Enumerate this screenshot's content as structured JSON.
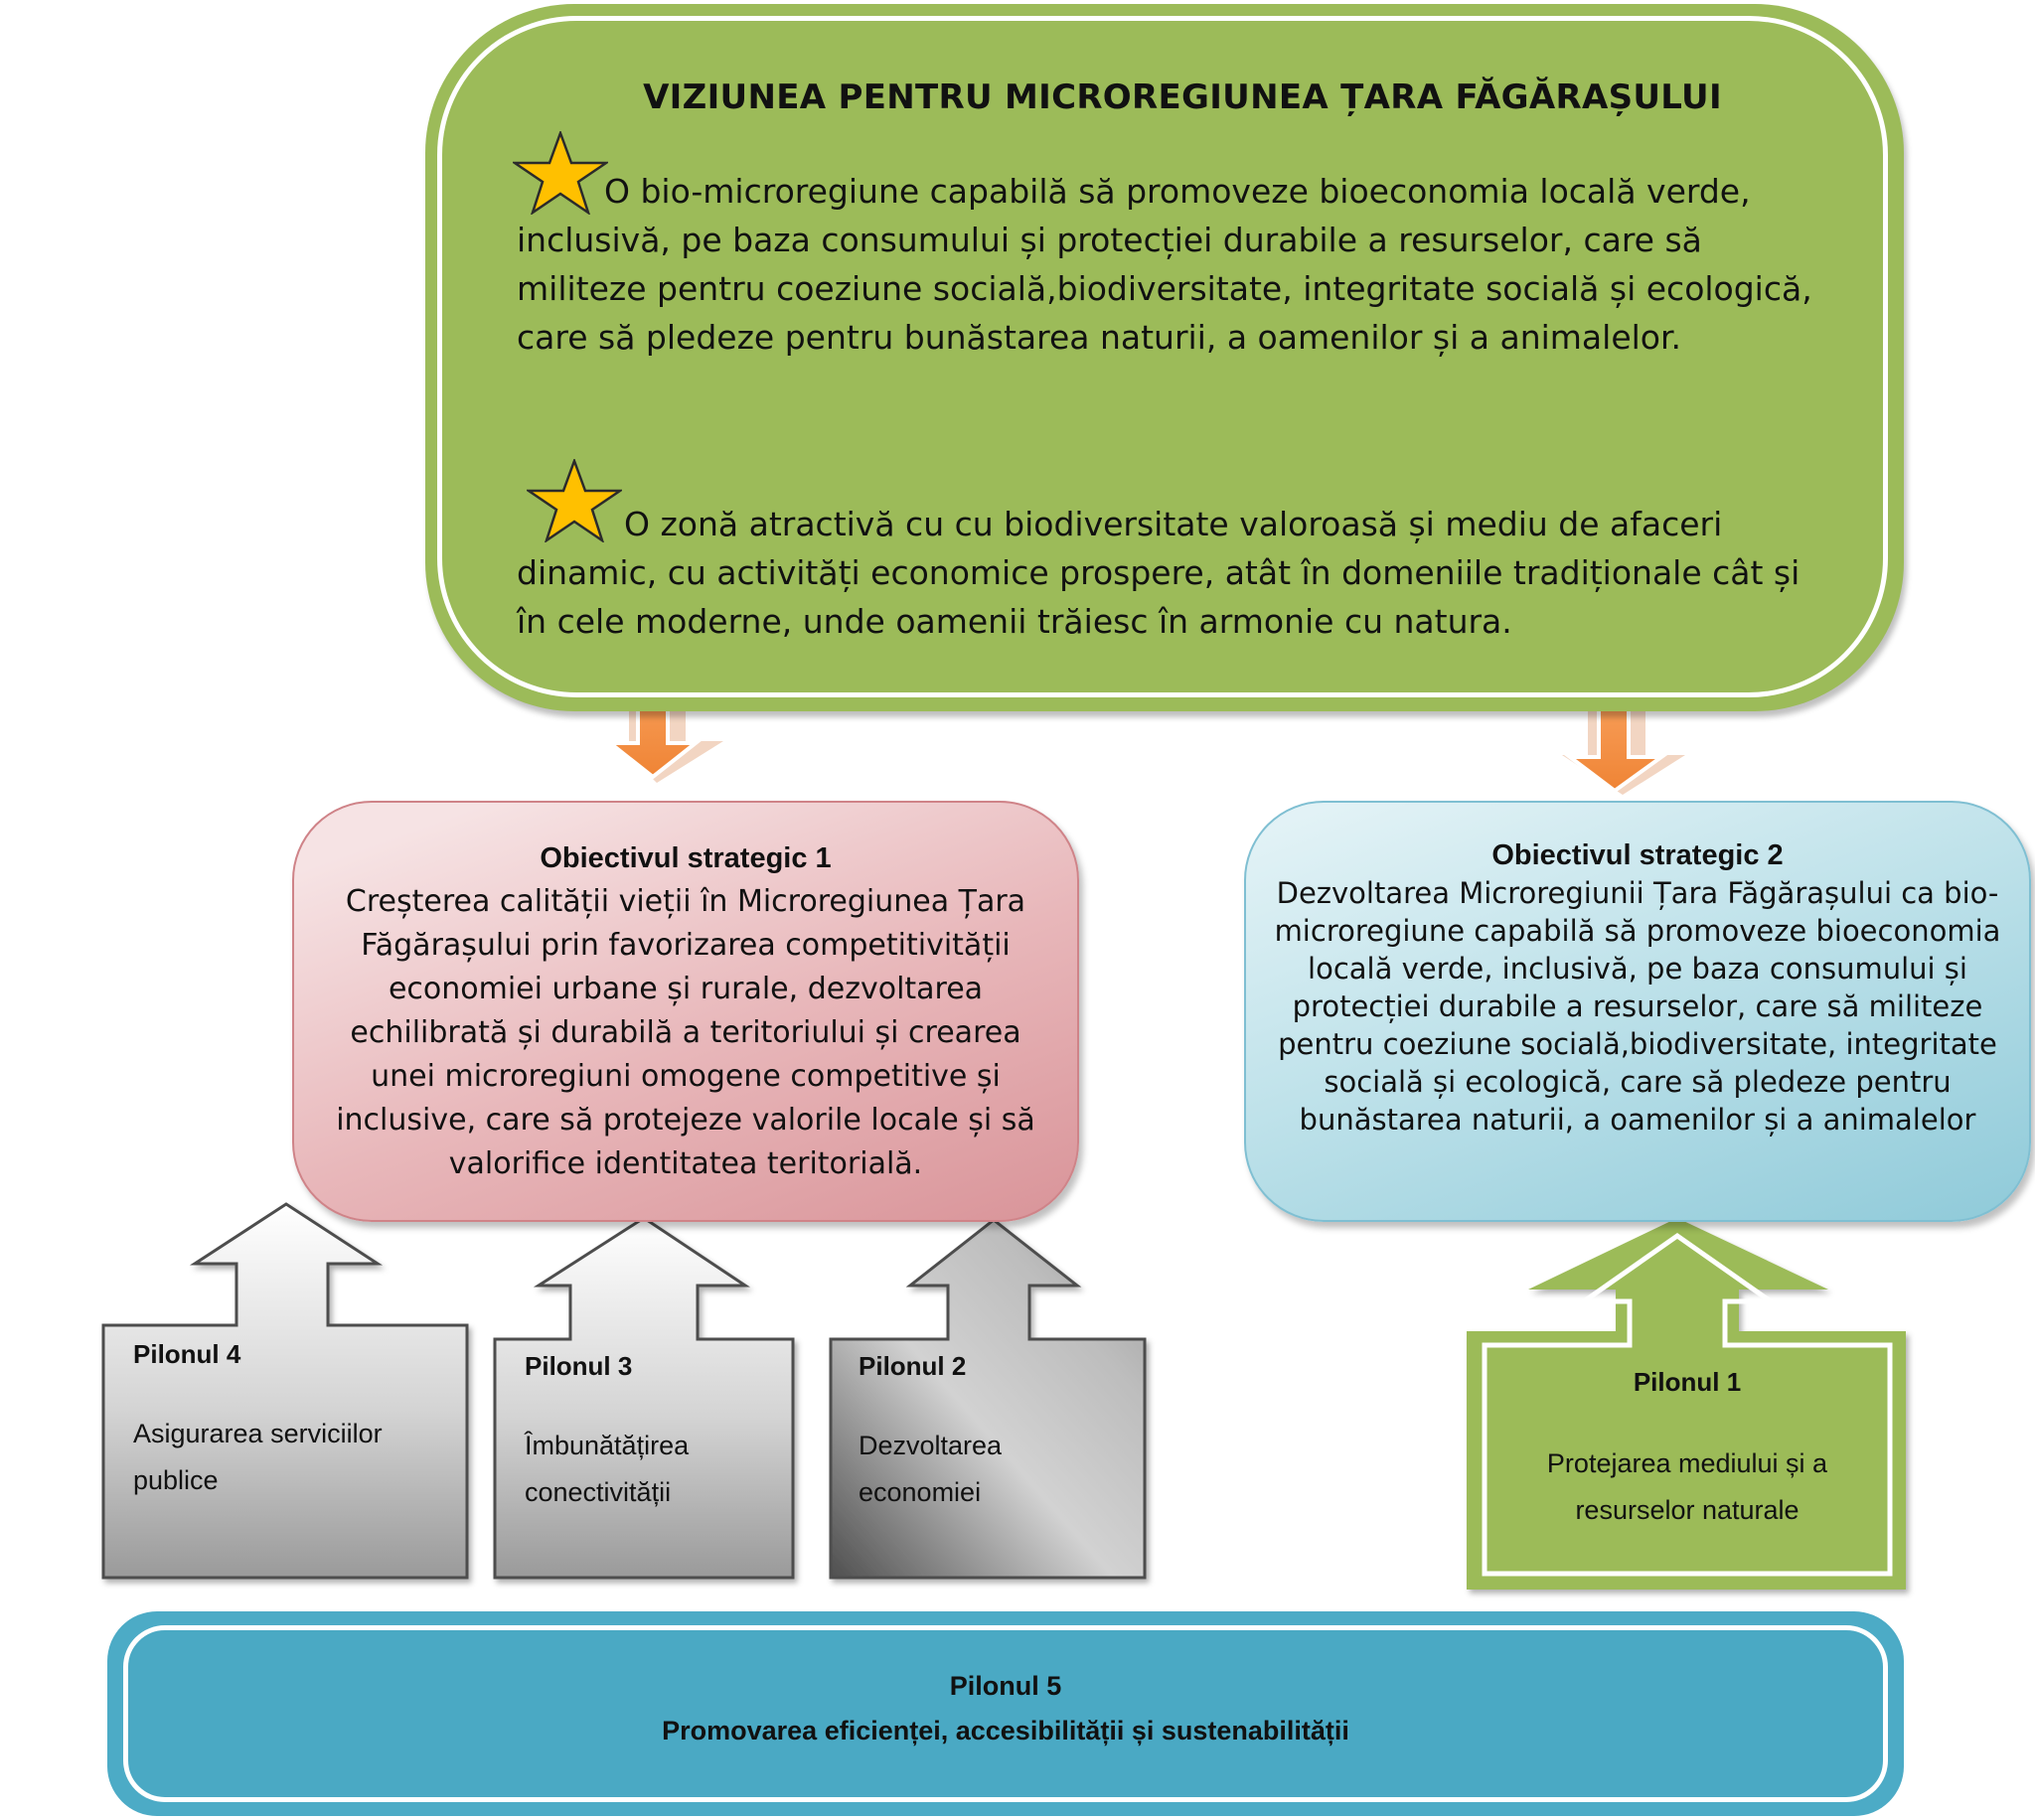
{
  "vision": {
    "title": "VIZIUNEA PENTRU MICROREGIUNEA ȚARA FĂGĂRAȘULUI",
    "paragraph_1": "O bio-microregiune capabilă să promoveze  bioeconomia locală verde, inclusivă, pe baza consumului și protecției durabile a resurselor, care să militeze pentru coeziune socială,biodiversitate, integritate socială și ecologică, care să pledeze pentru bunăstarea naturii, a oamenilor și a animalelor.",
    "paragraph_2": "O  zonă atractivă cu cu biodiversitate valoroasă și mediu de afaceri dinamic, cu activități economice prospere, atât în domeniile tradiționale cât și în cele moderne, unde oamenii trăiesc în armonie cu natura."
  },
  "objectives": [
    {
      "title": "Obiectivul strategic 1",
      "text": "Creșterea calității vieții în Microregiunea Țara Făgărașului prin favorizarea competitivității economiei urbane și rurale, dezvoltarea echilibrată și  durabilă a teritoriului și crearea unei microregiuni omogene competitive și inclusive, care să protejeze valorile locale și să valorifice identitatea teritorială."
    },
    {
      "title": "Obiectivul strategic 2",
      "text": "Dezvoltarea Microregiunii Țara Făgărașului ca bio-microregiune capabilă să promoveze bioeconomia locală verde, inclusivă, pe baza consumului și protecției durabile a resurselor, care să militeze pentru coeziune socială,biodiversitate, integritate socială și ecologică, care să pledeze pentru bunăstarea naturii, a oamenilor și a animalelor"
    }
  ],
  "pillars": {
    "p4": {
      "title": "Pilonul  4",
      "text": "Asigurarea serviciilor publice"
    },
    "p3": {
      "title": "Pilonul 3",
      "text": "Îmbunătățirea conectivității"
    },
    "p2": {
      "title": "Pilonul 2",
      "text": "Dezvoltarea economiei"
    },
    "p1": {
      "title": "Pilonul  1",
      "text": "Protejarea mediului și a resurselor naturale"
    },
    "p5": {
      "title": "Pilonul 5",
      "text": "Promovarea eficienței, accesibilității și sustenabilității"
    }
  },
  "colors": {
    "vision_green": "#9cbb59",
    "objective1_pink": "#e8b7ba",
    "objective2_blue": "#bfe2ea",
    "pillar_grey": "#b8b8b8",
    "pillar1_green": "#9cbb59",
    "pillar5_teal": "#4aa9c4",
    "arrow_orange": "#f79646",
    "star_gold": "#ffc000"
  }
}
